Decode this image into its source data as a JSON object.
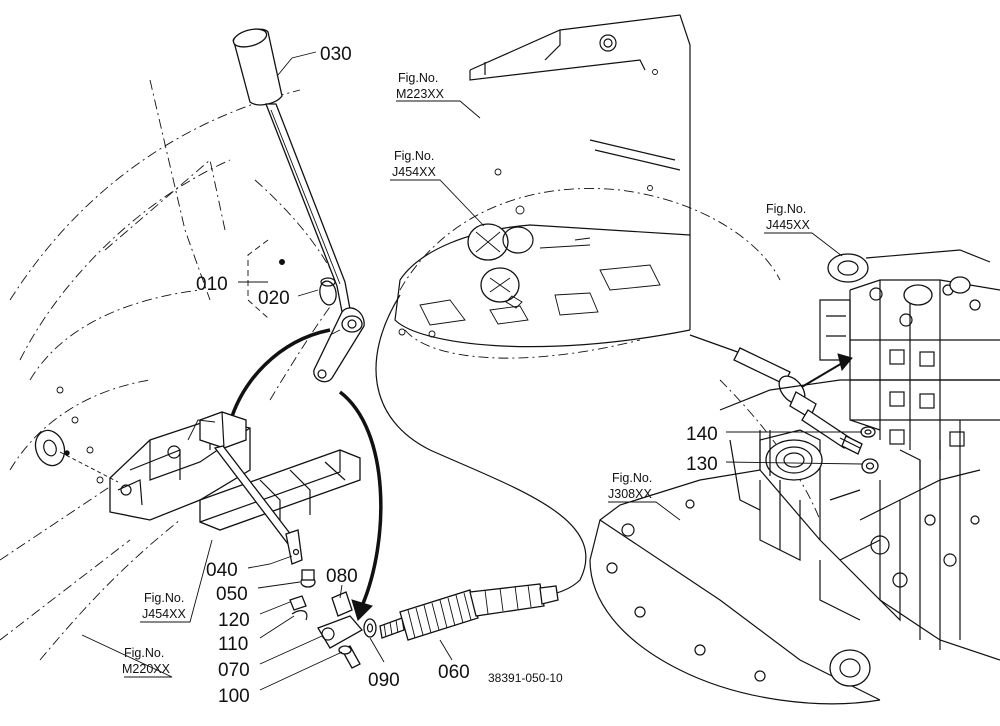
{
  "parts": {
    "p010": "010",
    "p020": "020",
    "p030": "030",
    "p040": "040",
    "p050": "050",
    "p060": "060",
    "p070": "070",
    "p080": "080",
    "p090": "090",
    "p100": "100",
    "p110": "110",
    "p120": "120",
    "p130": "130",
    "p140": "140"
  },
  "fig_refs": {
    "m223": {
      "line1": "Fig.No.",
      "line2": "M223XX"
    },
    "j454_top": {
      "line1": "Fig.No.",
      "line2": "J454XX"
    },
    "j445": {
      "line1": "Fig.No.",
      "line2": "J445XX"
    },
    "j308": {
      "line1": "Fig.No.",
      "line2": "J308XX"
    },
    "j454_bottom": {
      "line1": "Fig.No.",
      "line2": "J454XX"
    },
    "m220": {
      "line1": "Fig.No.",
      "line2": "M220XX"
    }
  },
  "drawing_code": "38391-050-10"
}
